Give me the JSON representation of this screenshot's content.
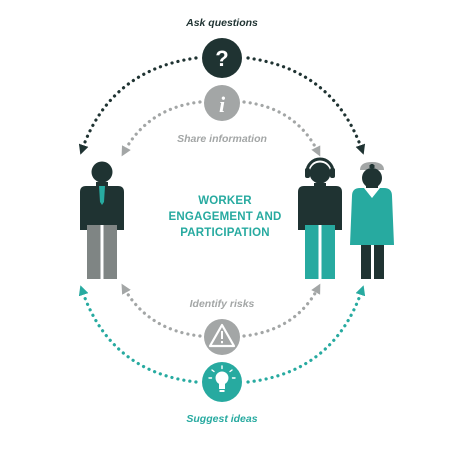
{
  "center": {
    "line1": "WORKER",
    "line2": "ENGAGEMENT AND",
    "line3": "PARTICIPATION"
  },
  "labels": {
    "ask": "Ask questions",
    "share": "Share information",
    "identify": "Identify risks",
    "suggest": "Suggest ideas"
  },
  "icons": {
    "ask": "question-mark-icon",
    "share": "info-icon",
    "identify": "warning-icon",
    "suggest": "lightbulb-icon"
  },
  "colors": {
    "dark": "#1f3332",
    "teal": "#27aaa0",
    "grey": "#a3a6a6",
    "grey_dark": "#7f8584",
    "white": "#ffffff"
  }
}
